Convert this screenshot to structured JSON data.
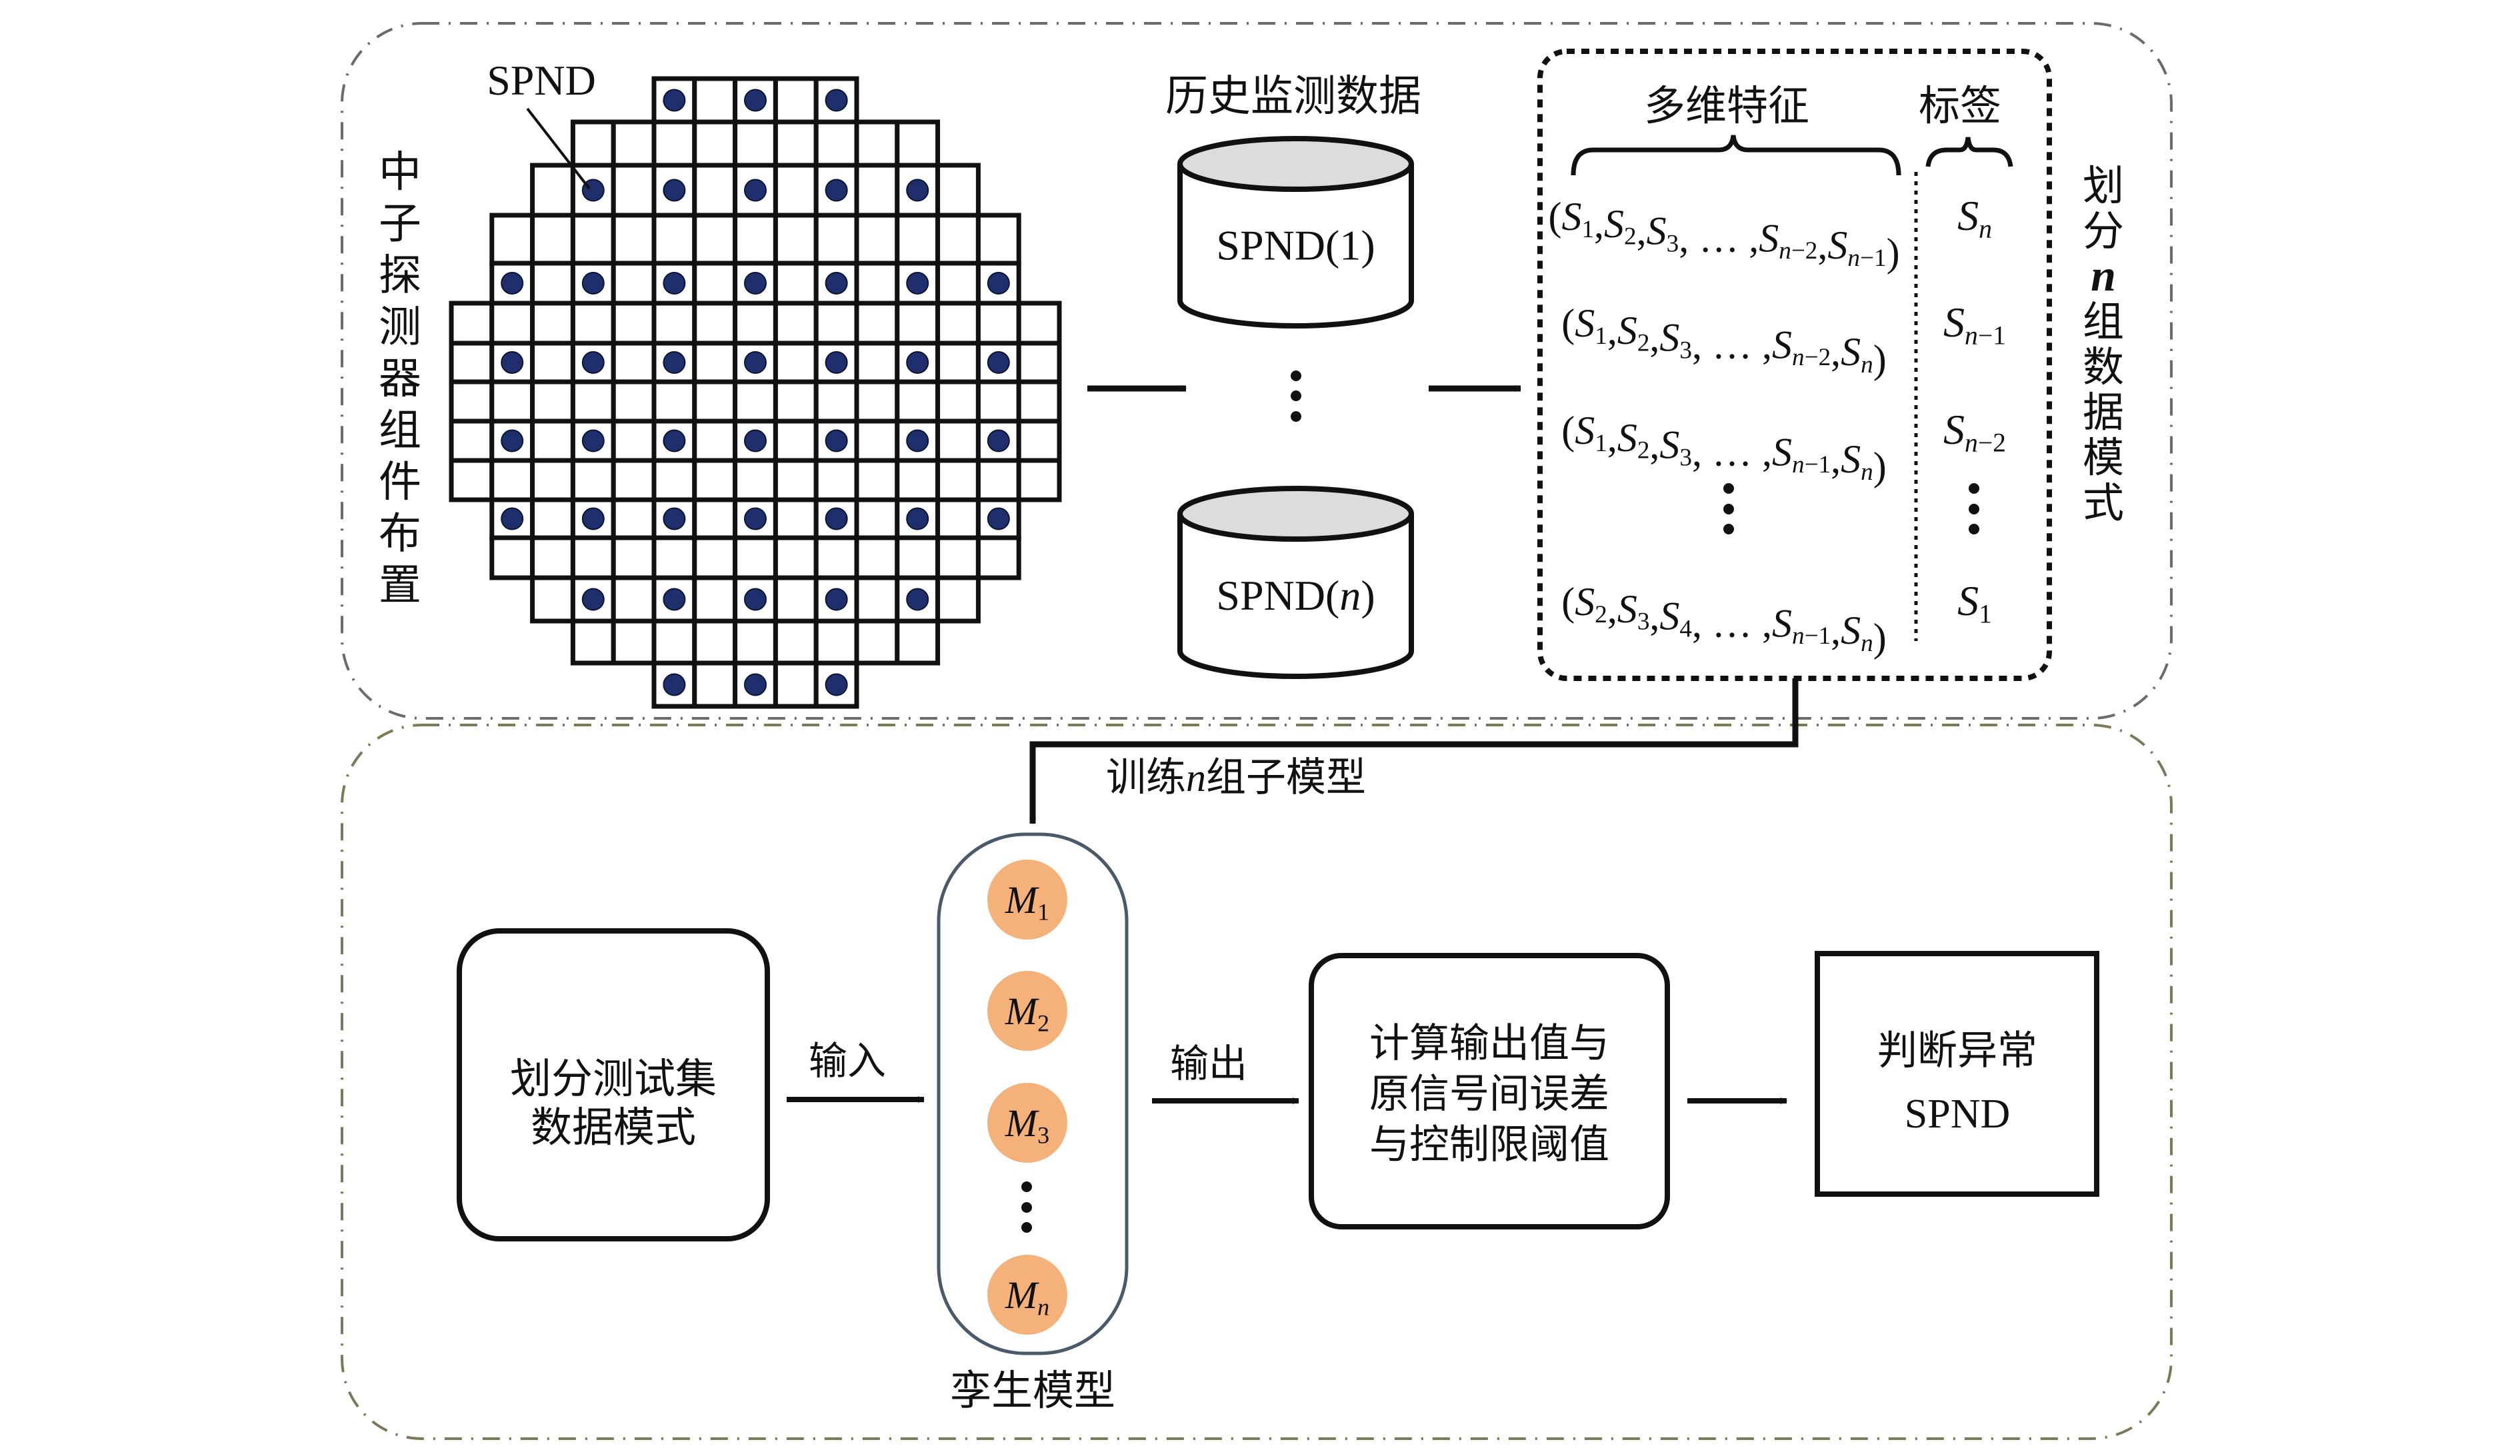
{
  "colors": {
    "line": "#111111",
    "sensor_dot": "#1f2f6e",
    "model_circle": "#f4b27a",
    "cylinder_top": "#dcdcdc",
    "pill_border": "#4a5a6a",
    "section_border_top": "#6b6b6b",
    "section_border_bottom": "#7a7a5a"
  },
  "top_section": {
    "core_layout": {
      "vertical_label": [
        "中",
        "子",
        "探",
        "测",
        "器",
        "组",
        "件",
        "布",
        "置"
      ],
      "callout_label": "SPND",
      "grid": {
        "columns": 15,
        "rows": [
          {
            "from": 5,
            "to": 9,
            "sensors": [
              5,
              7,
              9
            ]
          },
          {
            "from": 3,
            "to": 11,
            "sensors": []
          },
          {
            "from": 2,
            "to": 12,
            "sensors": [
              3,
              5,
              7,
              9,
              11
            ]
          },
          {
            "from": 1,
            "to": 13,
            "sensors": []
          },
          {
            "from": 1,
            "to": 13,
            "sensors": [
              1,
              3,
              5,
              7,
              9,
              11,
              13
            ]
          },
          {
            "from": 0,
            "to": 14,
            "sensors": []
          },
          {
            "from": 0,
            "to": 14,
            "sensors": [
              1,
              3,
              5,
              7,
              9,
              11,
              13
            ]
          },
          {
            "from": 0,
            "to": 14,
            "sensors": []
          },
          {
            "from": 0,
            "to": 14,
            "sensors": [
              1,
              3,
              5,
              7,
              9,
              11,
              13
            ]
          },
          {
            "from": 0,
            "to": 14,
            "sensors": []
          },
          {
            "from": 1,
            "to": 13,
            "sensors": [
              1,
              3,
              5,
              7,
              9,
              11,
              13
            ]
          },
          {
            "from": 1,
            "to": 13,
            "sensors": []
          },
          {
            "from": 2,
            "to": 12,
            "sensors": [
              3,
              5,
              7,
              9,
              11
            ]
          },
          {
            "from": 3,
            "to": 11,
            "sensors": []
          },
          {
            "from": 5,
            "to": 9,
            "sensors": [
              5,
              7,
              9
            ]
          }
        ]
      }
    },
    "history": {
      "title": "历史监测数据",
      "databases": [
        {
          "prefix": "SPND(",
          "index": "1",
          "index_italic": false,
          "suffix": ")"
        },
        {
          "prefix": "SPND(",
          "index": "n",
          "index_italic": true,
          "suffix": ")"
        }
      ]
    },
    "patterns": {
      "features_header": "多维特征",
      "label_header": "标签",
      "rows": [
        {
          "features": [
            [
              "S",
              "1"
            ],
            [
              "S",
              "2"
            ],
            [
              "S",
              "3"
            ],
            [
              "…",
              ""
            ],
            [
              "S",
              "n−2"
            ],
            [
              "S",
              "n−1"
            ]
          ],
          "label": [
            "S",
            "n"
          ]
        },
        {
          "features": [
            [
              "S",
              "1"
            ],
            [
              "S",
              "2"
            ],
            [
              "S",
              "3"
            ],
            [
              "…",
              ""
            ],
            [
              "S",
              "n−2"
            ],
            [
              "S",
              "n"
            ]
          ],
          "label": [
            "S",
            "n−1"
          ]
        },
        {
          "features": [
            [
              "S",
              "1"
            ],
            [
              "S",
              "2"
            ],
            [
              "S",
              "3"
            ],
            [
              "…",
              ""
            ],
            [
              "S",
              "n−1"
            ],
            [
              "S",
              "n"
            ]
          ],
          "label": [
            "S",
            "n−2"
          ]
        },
        {
          "features": [
            [
              "S",
              "2"
            ],
            [
              "S",
              "3"
            ],
            [
              "S",
              "4"
            ],
            [
              "…",
              ""
            ],
            [
              "S",
              "n−1"
            ],
            [
              "S",
              "n"
            ]
          ],
          "label": [
            "S",
            "1"
          ]
        }
      ],
      "vertical_label": [
        "划",
        "分",
        "n",
        "组",
        "数",
        "据",
        "模",
        "式"
      ]
    }
  },
  "bottom_section": {
    "train_label_pre": "训练",
    "train_label_n": "n",
    "train_label_post": "组子模型",
    "test_box": [
      "划分测试集",
      "数据模式"
    ],
    "input_label": "输入",
    "twin_model": {
      "label": "孪生模型",
      "submodels": [
        [
          "M",
          "1"
        ],
        [
          "M",
          "2"
        ],
        [
          "M",
          "3"
        ],
        [
          "M",
          "n"
        ]
      ]
    },
    "output_label": "输出",
    "compute_box": [
      "计算输出值与",
      "原信号间误差",
      "与控制限阈值"
    ],
    "judge_box": [
      "判断异常",
      "SPND"
    ]
  }
}
